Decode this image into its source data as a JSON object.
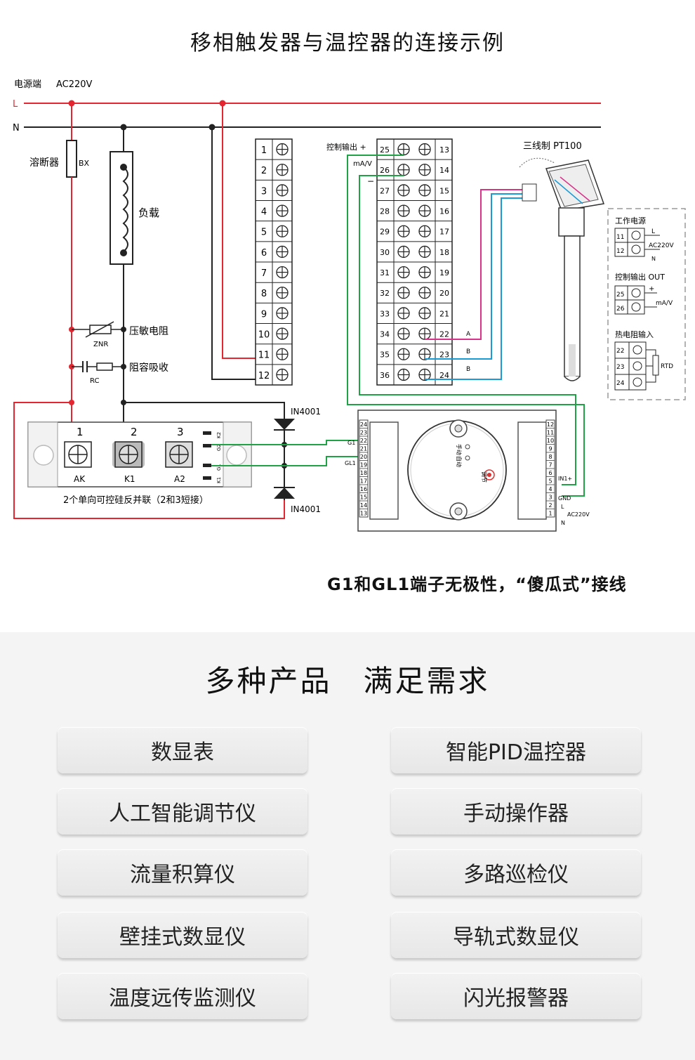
{
  "diagram": {
    "title": "移相触发器与温控器的连接示例",
    "power_label": "电源端",
    "power_voltage": "AC220V",
    "line_L": "L",
    "line_N": "N",
    "fuse_label": "溶断器",
    "fuse_code": "BX",
    "load_label": "负载",
    "varistor_label": "压敏电阻",
    "varistor_code": "ZNR",
    "rc_label": "阻容吸收",
    "rc_code": "RC",
    "scr_terminals": [
      "1",
      "2",
      "3"
    ],
    "scr_labels": [
      "AK",
      "K1",
      "A2"
    ],
    "scr_gate_labels": [
      "K2",
      "G2",
      "G1",
      "K1"
    ],
    "scr_caption": "2个单向可控硅反并联（2和3短接）",
    "diode_label": "IN4001",
    "left_terminals": [
      "1",
      "2",
      "3",
      "4",
      "5",
      "6",
      "7",
      "8",
      "9",
      "10",
      "11",
      "12"
    ],
    "mid_terminals_left": [
      "25",
      "26",
      "27",
      "28",
      "29",
      "30",
      "31",
      "32",
      "33",
      "34",
      "35",
      "36"
    ],
    "mid_terminals_right": [
      "13",
      "14",
      "15",
      "16",
      "17",
      "18",
      "19",
      "20",
      "21",
      "22",
      "23",
      "24"
    ],
    "control_output_label": "控制输出 +",
    "ma_v_label": "mA/V",
    "minus_label": "−",
    "rtd_wire_labels": [
      "A",
      "B",
      "B"
    ],
    "pt100_label": "三线制 PT100",
    "legend": {
      "power_title": "工作电源",
      "power_terminals": [
        "11",
        "12"
      ],
      "power_L": "L",
      "power_N": "N",
      "power_voltage": "AC220V",
      "output_title": "控制输出 OUT",
      "output_terminals": [
        "25",
        "26"
      ],
      "output_plus": "+",
      "output_unit": "mA/V",
      "rtd_title": "热电阻输入",
      "rtd_terminals": [
        "22",
        "23",
        "24"
      ],
      "rtd_code": "RTD"
    },
    "trigger_left_terminals": [
      "24",
      "23",
      "22",
      "21",
      "20",
      "19",
      "18",
      "17",
      "16",
      "15",
      "14",
      "13"
    ],
    "trigger_right_terminals": [
      "12",
      "11",
      "10",
      "9",
      "8",
      "7",
      "6",
      "5",
      "4",
      "3",
      "2",
      "1"
    ],
    "trigger_gate_labels": [
      "G1",
      "GL1"
    ],
    "trigger_in_label": "IN1+",
    "trigger_gnd_label": "GND",
    "trigger_L": "L",
    "trigger_N": "N",
    "trigger_voltage": "AC220V",
    "trigger_face_labels": [
      "手动",
      "自动",
      "调节"
    ],
    "note": "G1和GL1端子无极性，“傻瓜式”接线"
  },
  "products": {
    "title": "多种产品　满足需求",
    "items": [
      "数显表",
      "智能PID温控器",
      "人工智能调节仪",
      "手动操作器",
      "流量积算仪",
      "多路巡检仪",
      "壁挂式数显仪",
      "导轨式数显仪",
      "温度远传监测仪",
      "闪光报警器"
    ]
  },
  "colors": {
    "live": "#e3262f",
    "neutral": "#222222",
    "signal": "#1fa346",
    "rtd_a": "#d8328a",
    "rtd_b": "#1b9bd6",
    "background": "#f4f4f4"
  }
}
